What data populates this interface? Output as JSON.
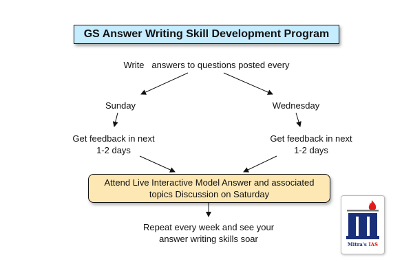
{
  "title": "GS Answer Writing Skill Development Program",
  "steps": {
    "write": "Write   answers to questions posted every",
    "left_day": "Sunday",
    "right_day": "Wednesday",
    "left_feedback_line1": "Get feedback in next",
    "left_feedback_line2": "1-2 days",
    "right_feedback_line1": "Get feedback in next",
    "right_feedback_line2": "1-2 days",
    "discussion_line1": "Attend Live Interactive Model Answer and associated",
    "discussion_line2": "topics Discussion on Saturday",
    "repeat_line1": "Repeat every week and see your",
    "repeat_line2": "answer writing skills soar"
  },
  "logo": {
    "letter": "m",
    "name_part1": "Mitra's ",
    "name_part2": "IAS",
    "icon": "flame-icon"
  },
  "colors": {
    "title_bg": "#c6ecff",
    "discussion_bg": "#fde8b4",
    "logo_blue": "#1a2f7a",
    "logo_red": "#d81e1e"
  }
}
